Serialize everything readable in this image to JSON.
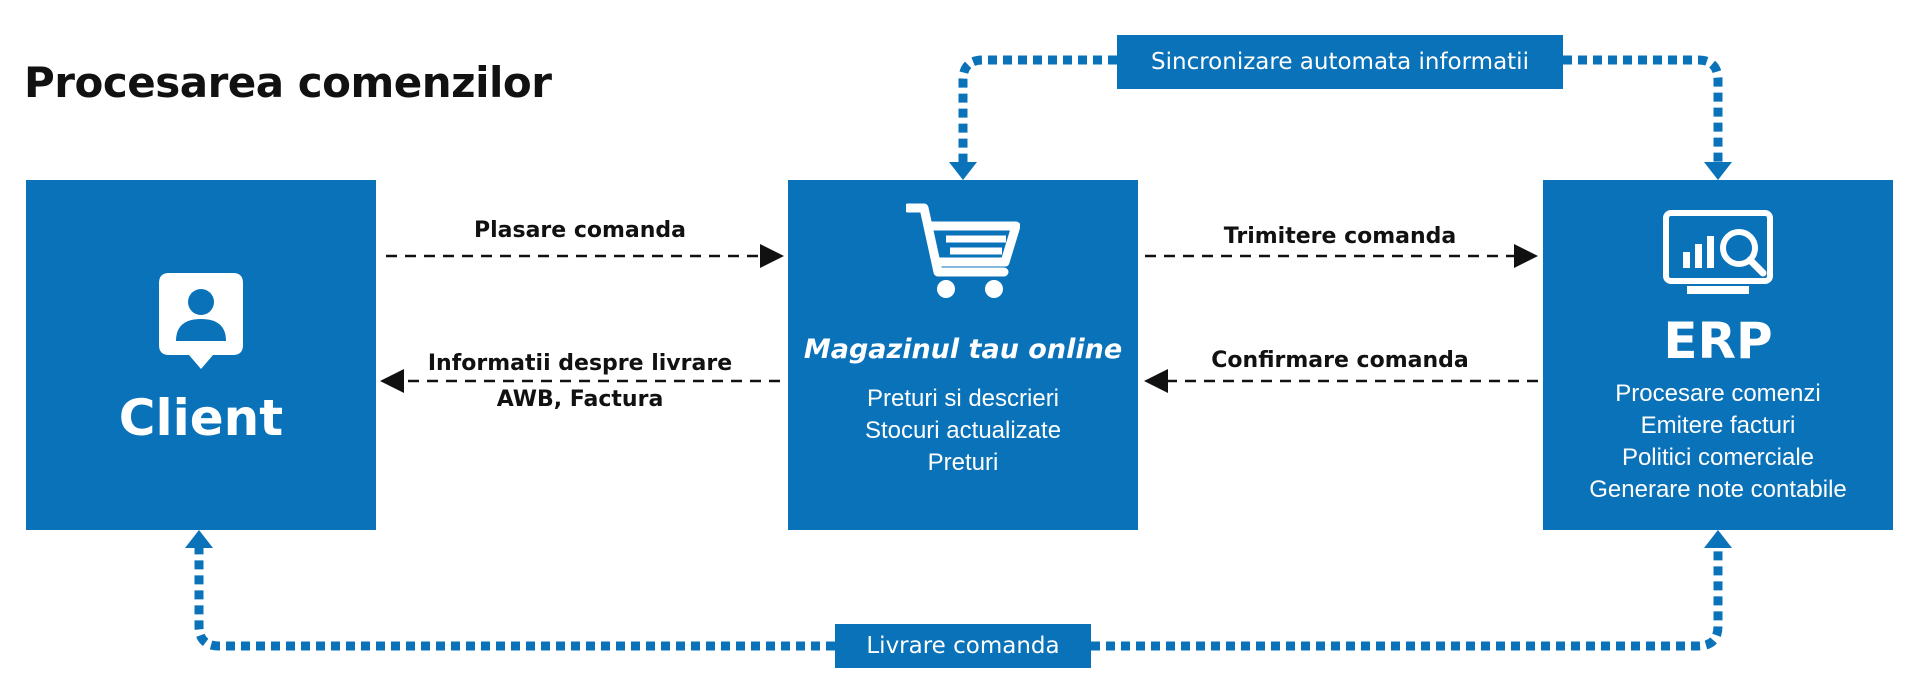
{
  "title": "Procesarea comenzilor",
  "client": {
    "label": "Client",
    "icon": "user-profile-icon"
  },
  "shop": {
    "name": "Magazinul tau online",
    "icon": "shopping-cart-icon",
    "features": [
      "Preturi si descrieri",
      "Stocuri actualizate",
      "Preturi"
    ]
  },
  "erp": {
    "name": "ERP",
    "icon": "analytics-monitor-icon",
    "features": [
      "Procesare comenzi",
      "Emitere facturi",
      "Politici comerciale",
      "Generare note contabile"
    ]
  },
  "arrows": {
    "plasare": "Plasare comanda",
    "informatii_line1": "Informatii despre livrare",
    "informatii_line2": "AWB, Factura",
    "trimitere": "Trimitere comanda",
    "confirmare": "Confirmare comanda"
  },
  "banners": {
    "sync": "Sincronizare automata informatii",
    "delivery": "Livrare comanda"
  },
  "colors": {
    "primary": "#0a72b9",
    "text": "#111111",
    "on_primary": "#ffffff"
  }
}
